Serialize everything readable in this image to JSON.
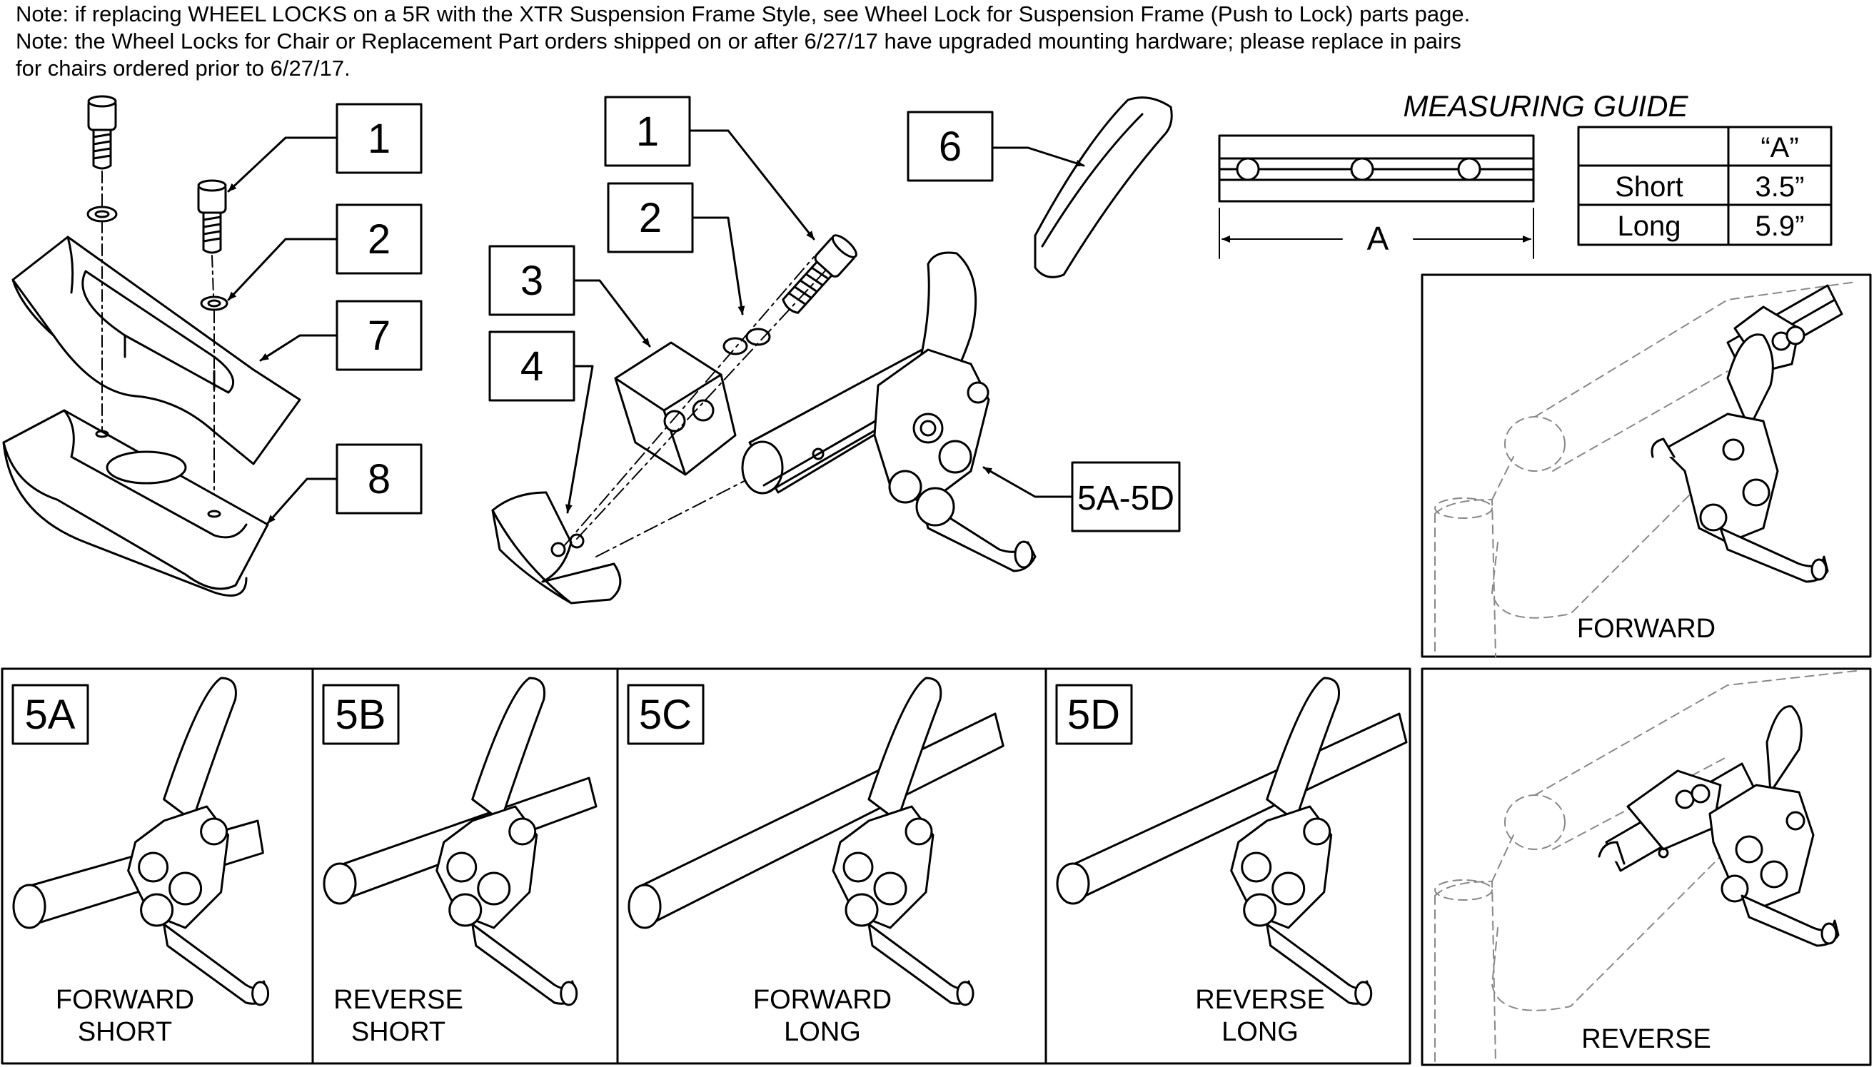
{
  "notes": {
    "line1": "Note: if replacing WHEEL LOCKS on a 5R with the XTR Suspension Frame Style, see Wheel Lock for Suspension Frame (Push to Lock) parts page.",
    "line2": "Note: the Wheel Locks for Chair or Replacement Part orders shipped on or after 6/27/17 have upgraded mounting hardware; please replace in pairs",
    "line3": " for chairs ordered prior to 6/27/17."
  },
  "callouts": {
    "left": [
      "1",
      "2",
      "7",
      "8"
    ],
    "middle": [
      "1",
      "2",
      "3",
      "4"
    ],
    "part6": "6",
    "lever": "5A-5D"
  },
  "measuring_guide": {
    "title": "MEASURING GUIDE",
    "dimension_label": "A",
    "table_header": "“A”",
    "rows": [
      {
        "name": "Short",
        "value": "3.5”"
      },
      {
        "name": "Long",
        "value": "5.9”"
      }
    ]
  },
  "views": {
    "forward": "FORWARD",
    "reverse": "REVERSE"
  },
  "variants": [
    {
      "tag": "5A",
      "line1": "FORWARD",
      "line2": "SHORT"
    },
    {
      "tag": "5B",
      "line1": "REVERSE",
      "line2": "SHORT"
    },
    {
      "tag": "5C",
      "line1": "FORWARD",
      "line2": "LONG"
    },
    {
      "tag": "5D",
      "line1": "REVERSE",
      "line2": "LONG"
    }
  ]
}
